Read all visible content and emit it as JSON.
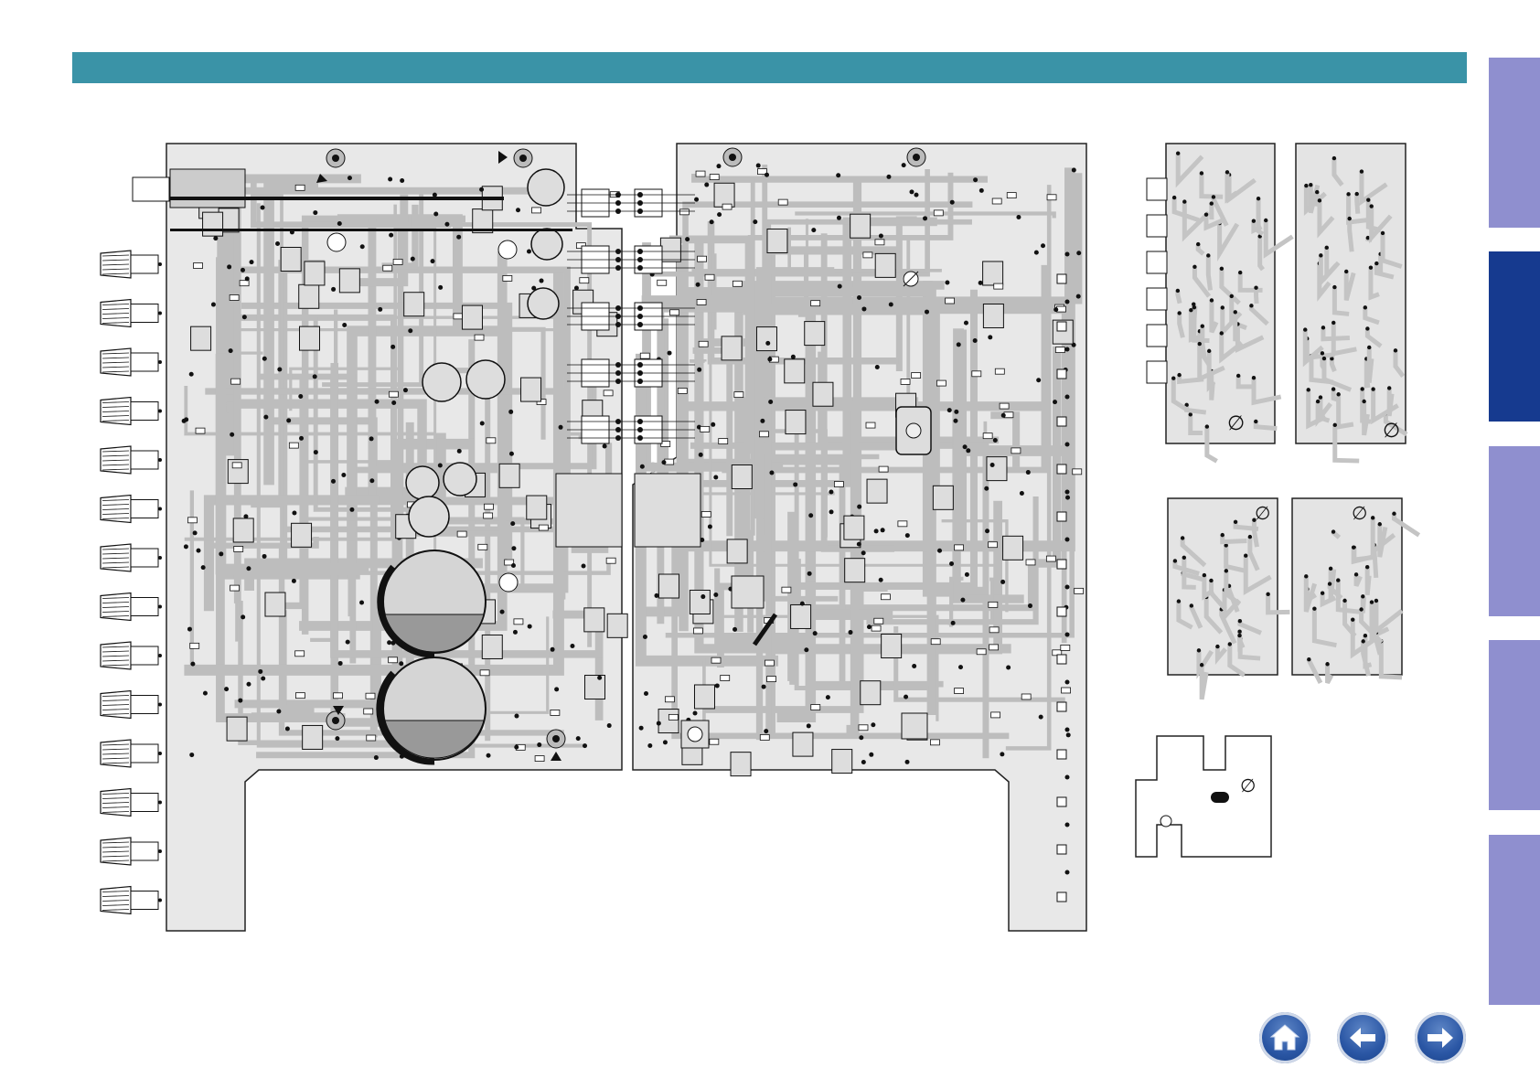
{
  "header": {
    "title": ""
  },
  "side_tabs": [
    {
      "id": "tab-1",
      "active": false
    },
    {
      "id": "tab-2",
      "active": true
    },
    {
      "id": "tab-3",
      "active": false
    },
    {
      "id": "tab-4",
      "active": false
    },
    {
      "id": "tab-5",
      "active": false
    }
  ],
  "nav": {
    "home_icon": "home-icon",
    "back_icon": "arrow-left-icon",
    "forward_icon": "arrow-right-icon"
  },
  "colors": {
    "header": "#3a93a7",
    "tab": "#8f8fcf",
    "tab_active": "#163a8f",
    "copper": "#bdbdbd",
    "outline": "#222222"
  }
}
